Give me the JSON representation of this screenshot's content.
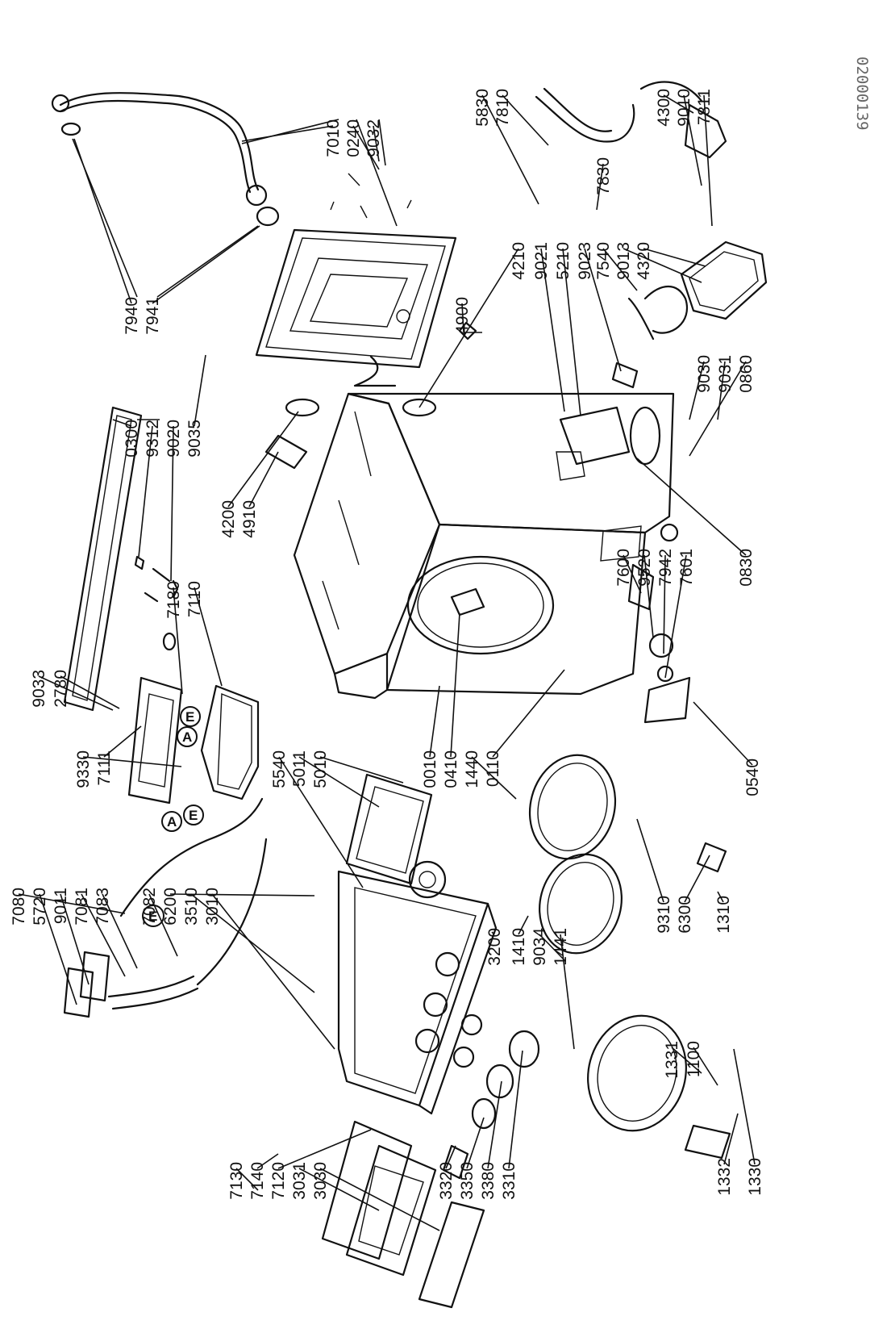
{
  "drawing_code": "02000139",
  "parts": [
    "7010",
    "0240",
    "9032",
    "7940",
    "7941",
    "4900",
    "0300",
    "9312",
    "9020",
    "9035",
    "5830",
    "7810",
    "7830",
    "4300",
    "9010",
    "7811",
    "7540",
    "9013",
    "4320",
    "4210",
    "9021",
    "5210",
    "9023",
    "4200",
    "4910",
    "9030",
    "9031",
    "0860",
    "0830",
    "7600",
    "9520",
    "7942",
    "7601",
    "9033",
    "2780",
    "7180",
    "7110",
    "9330",
    "7111",
    "5540",
    "5011",
    "5010",
    "0010",
    "0410",
    "1440",
    "0110",
    "0540",
    "7080",
    "5720",
    "9011",
    "7081",
    "7083",
    "7082",
    "6200",
    "3510",
    "3010",
    "3200",
    "1410",
    "9034",
    "1441",
    "9310",
    "6300",
    "1310",
    "7130",
    "7140",
    "7120",
    "3031",
    "3030",
    "3320",
    "3350",
    "3380",
    "3310",
    "1331",
    "1100",
    "1332",
    "1330"
  ],
  "badges": [
    "E",
    "A",
    "A",
    "E",
    "E"
  ]
}
